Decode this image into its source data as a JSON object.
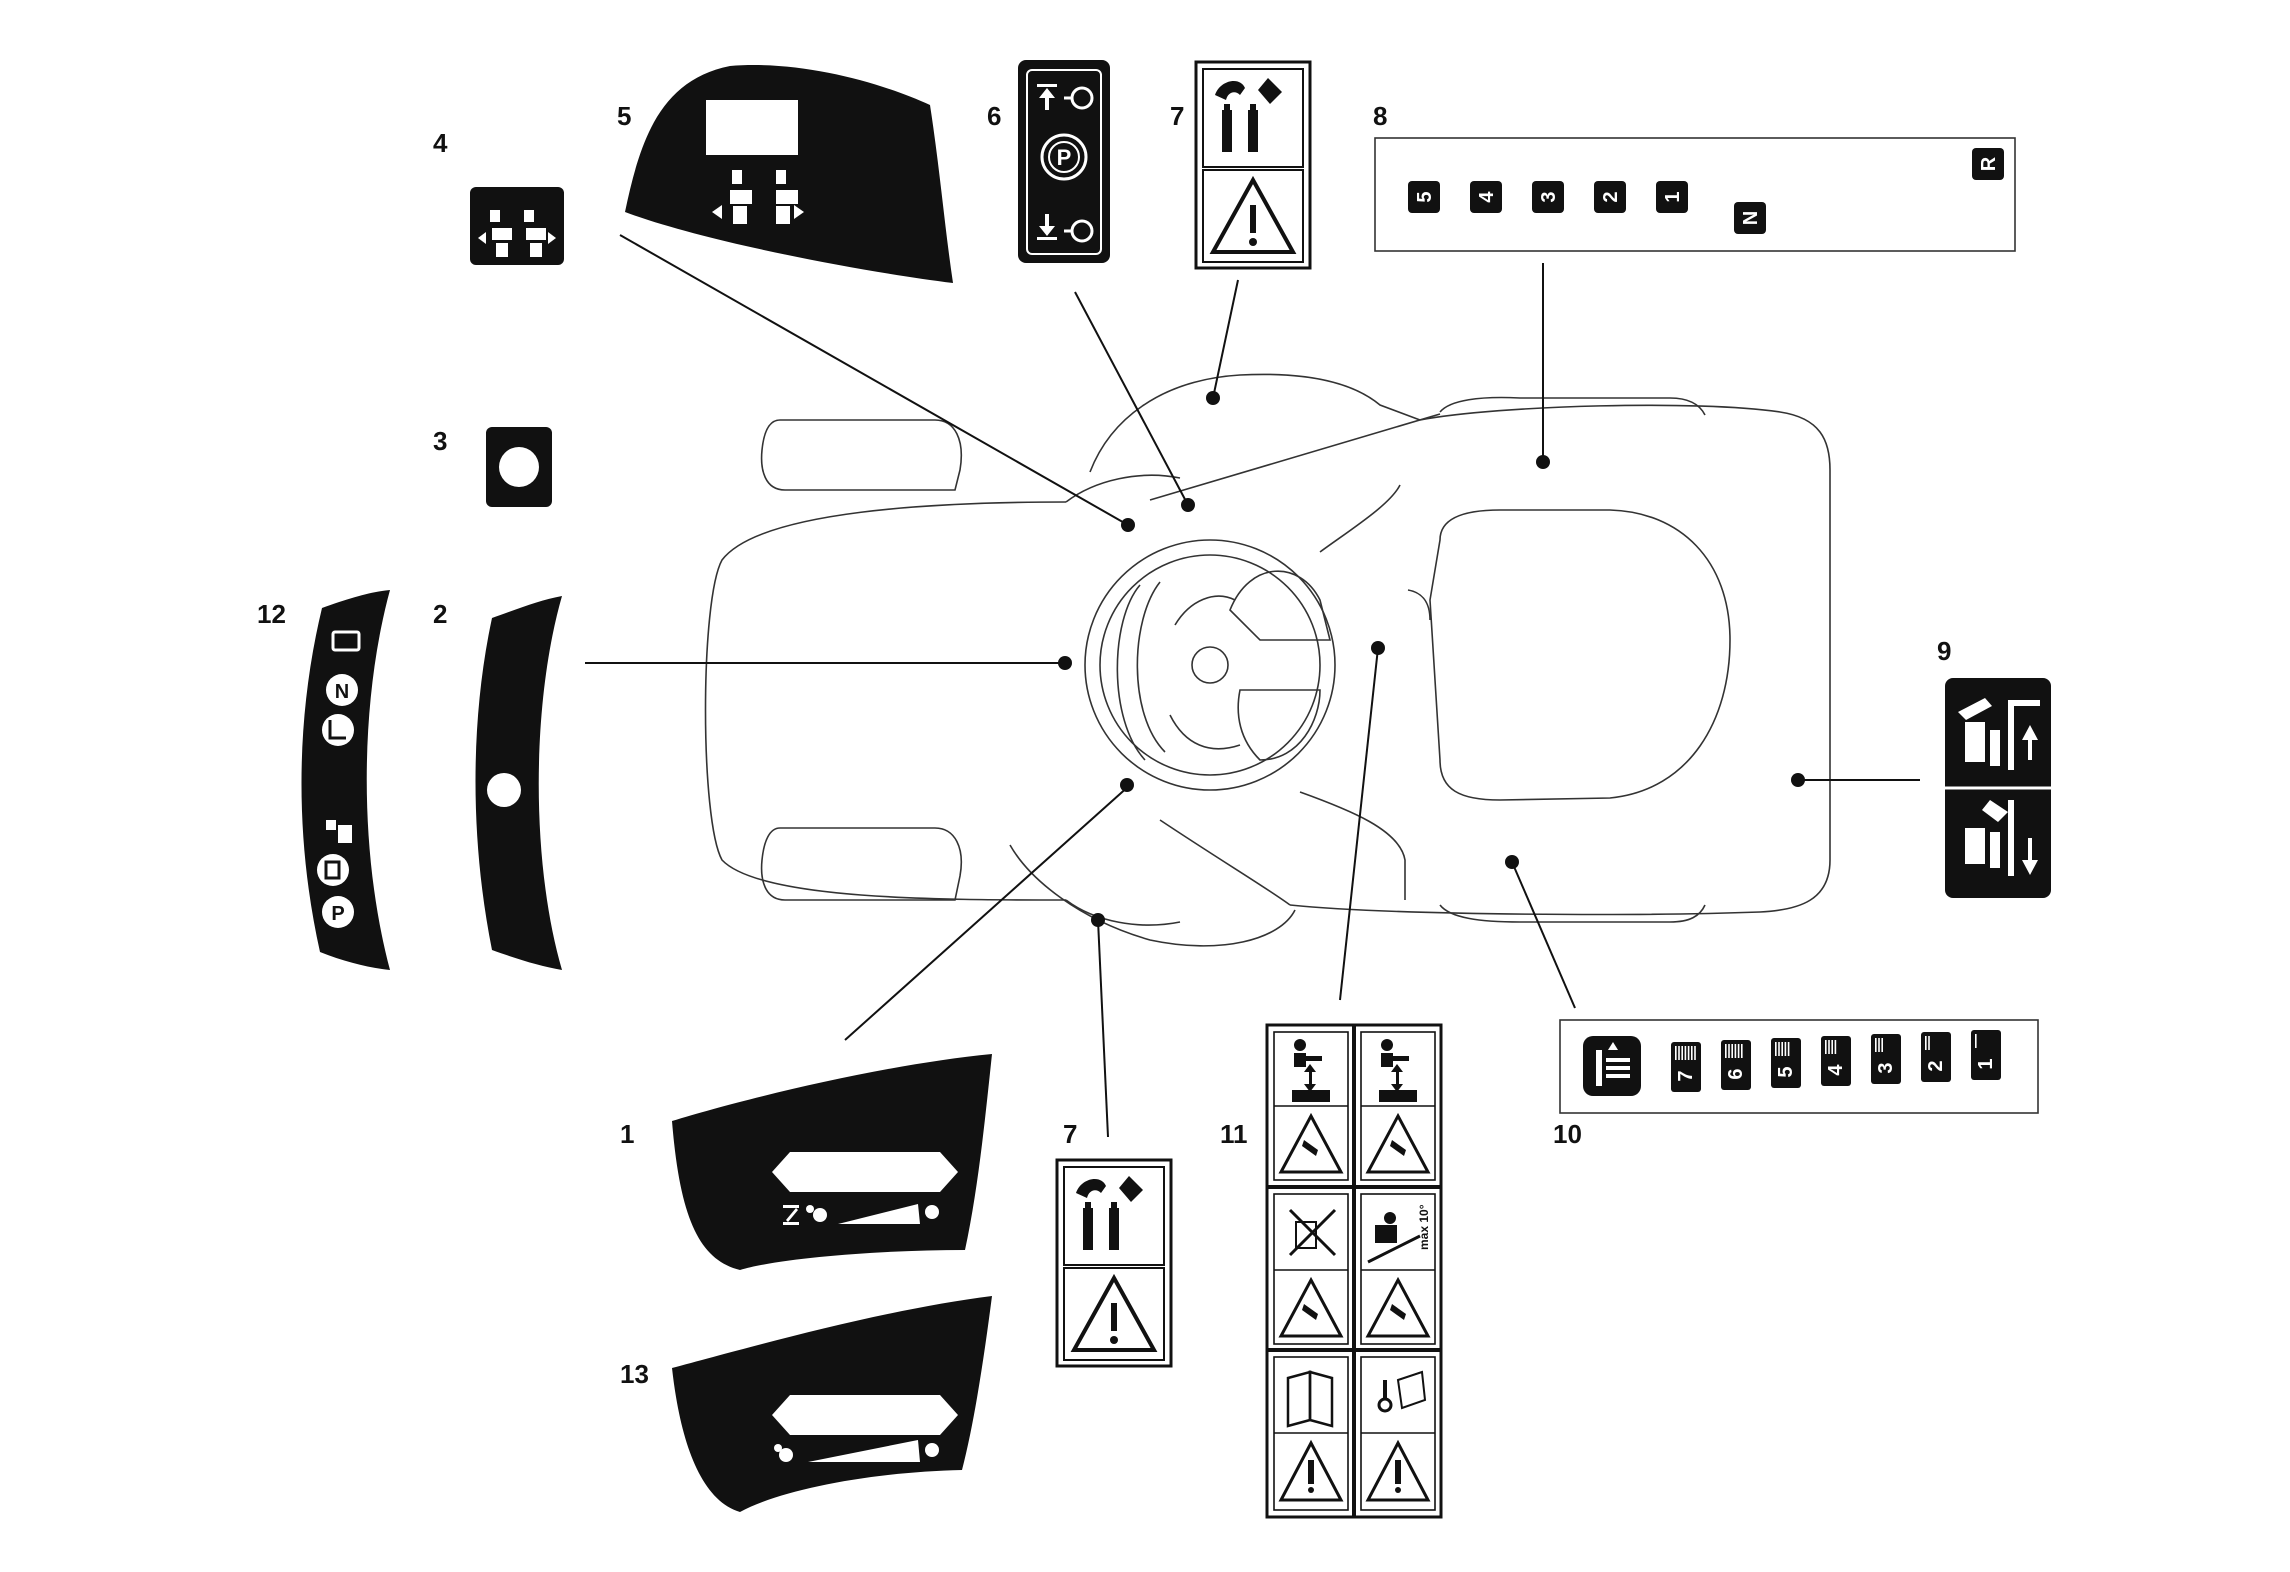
{
  "labels": {
    "n1": "1",
    "n2": "2",
    "n3": "3",
    "n4": "4",
    "n5": "5",
    "n6": "6",
    "n7a": "7",
    "n7b": "7",
    "n8": "8",
    "n9": "9",
    "n10": "10",
    "n11": "11",
    "n12": "12",
    "n13": "13"
  },
  "gear_selector": {
    "forward": [
      "5",
      "4",
      "3",
      "2",
      "1"
    ],
    "neutral": "N",
    "reverse": "R"
  },
  "height_selector": {
    "positions": [
      "7",
      "6",
      "5",
      "4",
      "3",
      "2",
      "1"
    ]
  },
  "parking_brake": {
    "symbol": "P"
  },
  "dash_panel": {
    "neutral": "N",
    "park": "P"
  },
  "slope_decal": {
    "text": "max 10°"
  },
  "colors": {
    "ink": "#111111",
    "paper": "#ffffff",
    "line": "#333333"
  },
  "icons": [
    "warning-triangle-icon",
    "parking-brake-icon",
    "gear-icon",
    "lift-lever-icon",
    "manual-icon",
    "key-icon"
  ]
}
